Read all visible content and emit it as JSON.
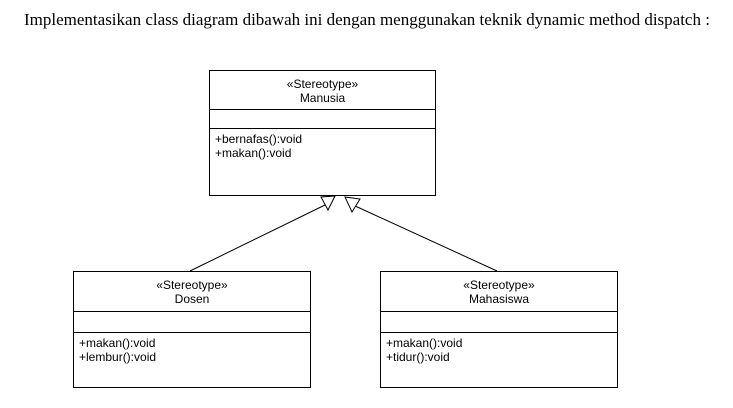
{
  "instruction": {
    "text": "Implementasikan class diagram dibawah ini dengan menggunakan teknik dynamic method dispatch :"
  },
  "diagram": {
    "classes": {
      "manusia": {
        "stereotype": "«Stereotype»",
        "name": "Manusia",
        "operations": [
          "+bernafas():void",
          "+makan():void"
        ]
      },
      "dosen": {
        "stereotype": "«Stereotype»",
        "name": "Dosen",
        "operations": [
          "+makan():void",
          "+lembur():void"
        ]
      },
      "mahasiswa": {
        "stereotype": "«Stereotype»",
        "name": "Mahasiswa",
        "operations": [
          "+makan():void",
          "+tidur():void"
        ]
      }
    },
    "relations": [
      {
        "from": "Dosen",
        "to": "Manusia",
        "type": "generalization"
      },
      {
        "from": "Mahasiswa",
        "to": "Manusia",
        "type": "generalization"
      }
    ]
  }
}
